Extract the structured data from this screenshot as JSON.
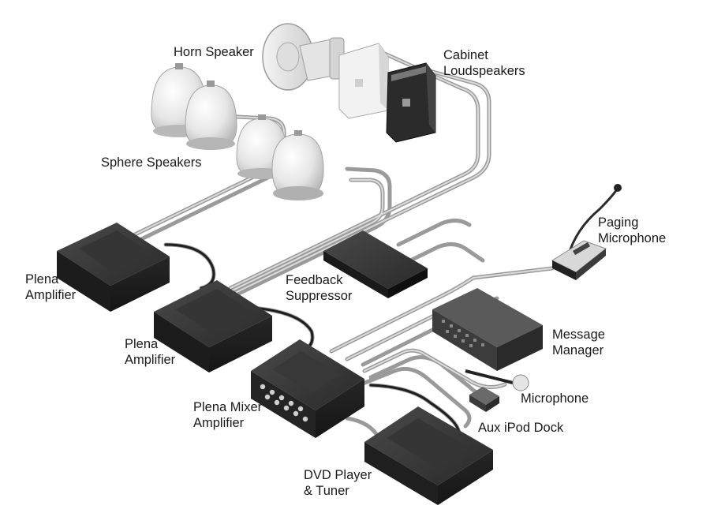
{
  "diagram": {
    "labels": {
      "horn_speaker": "Horn Speaker",
      "cabinet_loudspeakers": [
        "Cabinet",
        "Loudspeakers"
      ],
      "sphere_speakers": "Sphere Speakers",
      "paging_microphone": [
        "Paging",
        "Microphone"
      ],
      "plena_amplifier_1": [
        "Plena",
        "Amplifier"
      ],
      "feedback_suppressor": [
        "Feedback",
        "Suppressor"
      ],
      "plena_amplifier_2": [
        "Plena",
        "Amplifier"
      ],
      "message_manager": [
        "Message",
        "Manager"
      ],
      "microphone": "Microphone",
      "plena_mixer_amplifier": [
        "Plena Mixer",
        "Amplifier"
      ],
      "aux_ipod_dock": "Aux iPod Dock",
      "dvd_player_tuner": [
        "DVD Player",
        "& Tuner"
      ]
    },
    "colors": {
      "cable": "#9a9a9a",
      "cable_highlight": "#d8d8d8",
      "device_dark": "#2e2e2e",
      "device_top": "#3c3c3c",
      "speaker_white": "#eeeeee"
    }
  }
}
